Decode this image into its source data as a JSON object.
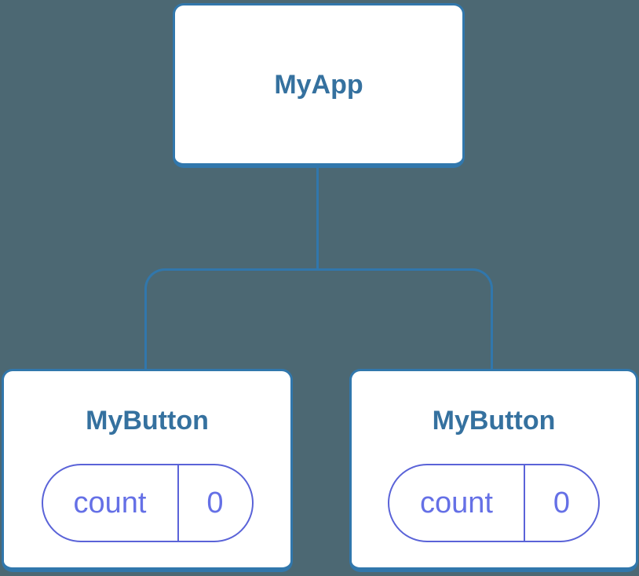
{
  "diagram": {
    "type": "component-tree",
    "root": {
      "label": "MyApp"
    },
    "children": [
      {
        "label": "MyButton",
        "state": {
          "key": "count",
          "value": "0"
        }
      },
      {
        "label": "MyButton",
        "state": {
          "key": "count",
          "value": "0"
        }
      }
    ],
    "edges": [
      {
        "from": "MyApp",
        "to": "MyButton"
      },
      {
        "from": "MyApp",
        "to": "MyButton"
      }
    ]
  },
  "colors": {
    "background": "#4C6873",
    "connector": "#3177AC",
    "node_border": "#3177AC",
    "node_background": "#FFFFFF",
    "node_label": "#35719F",
    "state_border": "#5A63D8",
    "state_text": "#6570E6"
  }
}
